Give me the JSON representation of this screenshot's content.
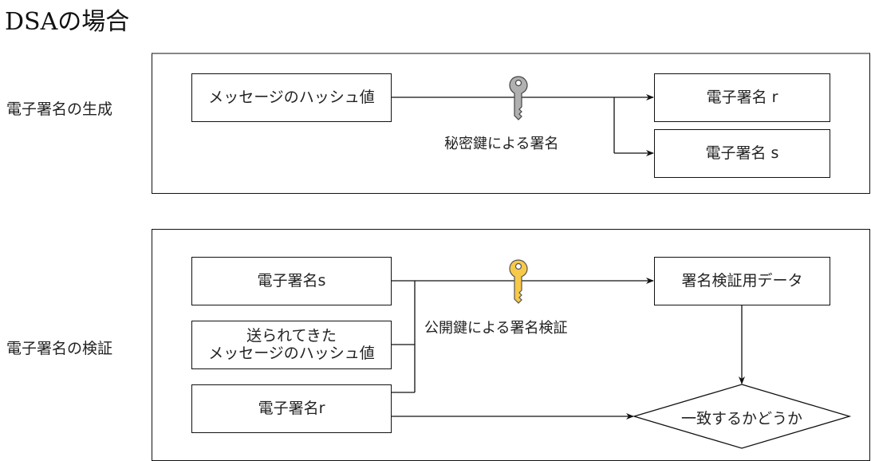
{
  "title": "DSAの場合",
  "sections": {
    "generation": {
      "label": "電子署名の生成",
      "nodes": {
        "message_hash": "メッセージのハッシュ値",
        "signature_r": "電子署名 r",
        "signature_s": "電子署名 s"
      },
      "key_label": "秘密鍵による署名",
      "key_icon": "key-icon-gray",
      "key_color": "#aaaaaa"
    },
    "verification": {
      "label": "電子署名の検証",
      "nodes": {
        "signature_s": "電子署名s",
        "received_hash": "送られてきた\nメッセージのハッシュ値",
        "received_hash_line1": "送られてきた",
        "received_hash_line2": "メッセージのハッシュ値",
        "signature_r": "電子署名r",
        "verification_data": "署名検証用データ",
        "decision": "一致するかどうか"
      },
      "key_label": "公開鍵による署名検証",
      "key_icon": "key-icon-yellow",
      "key_color": "#f7c948"
    }
  }
}
